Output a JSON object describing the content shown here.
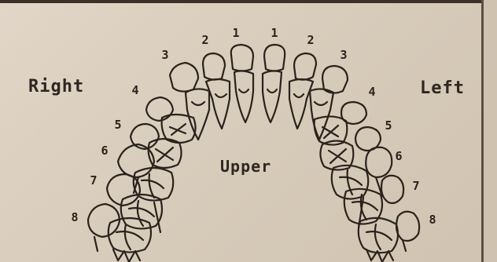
{
  "labels": {
    "right": "Right",
    "left": "Left",
    "jaw": "Upper"
  },
  "tooth_numbers": {
    "right": [
      "1",
      "2",
      "3",
      "4",
      "5",
      "6",
      "7",
      "8"
    ],
    "left": [
      "1",
      "2",
      "3",
      "4",
      "5",
      "6",
      "7",
      "8"
    ]
  },
  "colors": {
    "paper": "#d9cdbd",
    "ink": "#2e2620",
    "frame": "#3d3028"
  }
}
